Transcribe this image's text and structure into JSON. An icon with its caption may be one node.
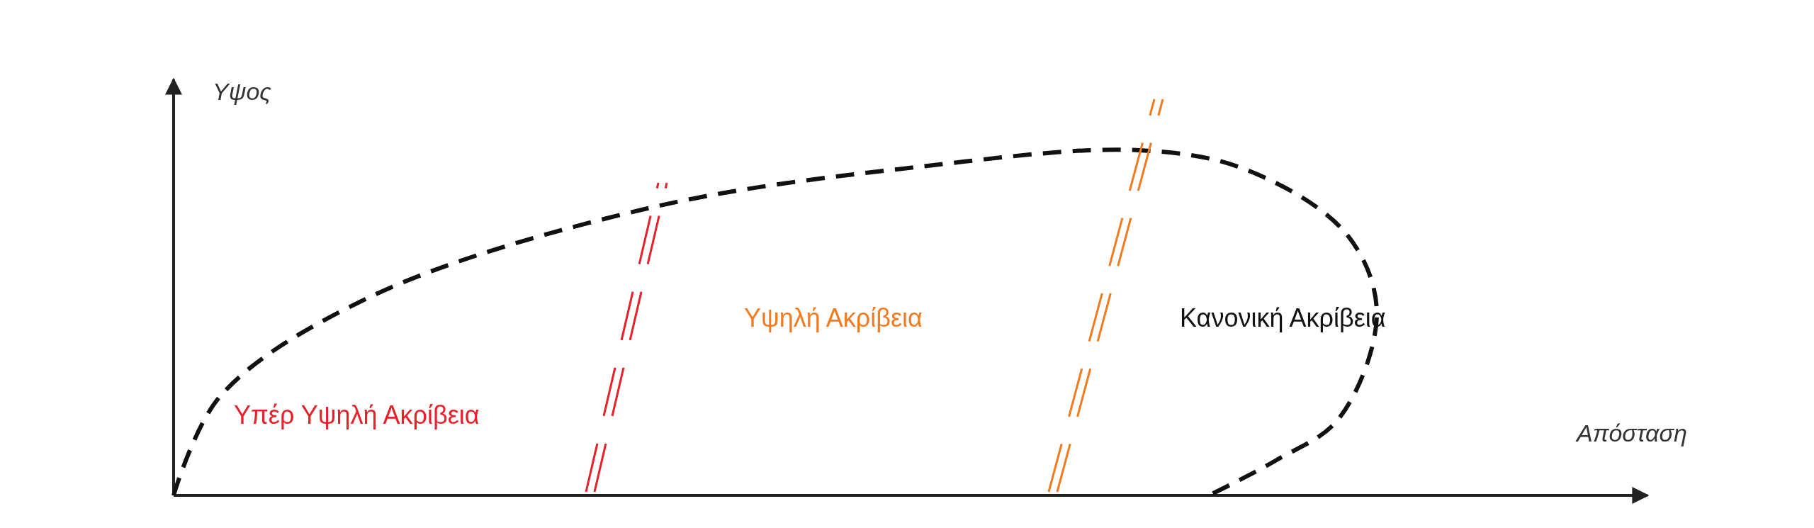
{
  "diagram": {
    "labels": [
      "Υψος",
      "Υψηλή Ακρίβεια",
      "Κανονική Ακρίβεια",
      "Υπέρ Υψηλή Ακρίβεια",
      "Απόσταση"
    ]
  }
}
